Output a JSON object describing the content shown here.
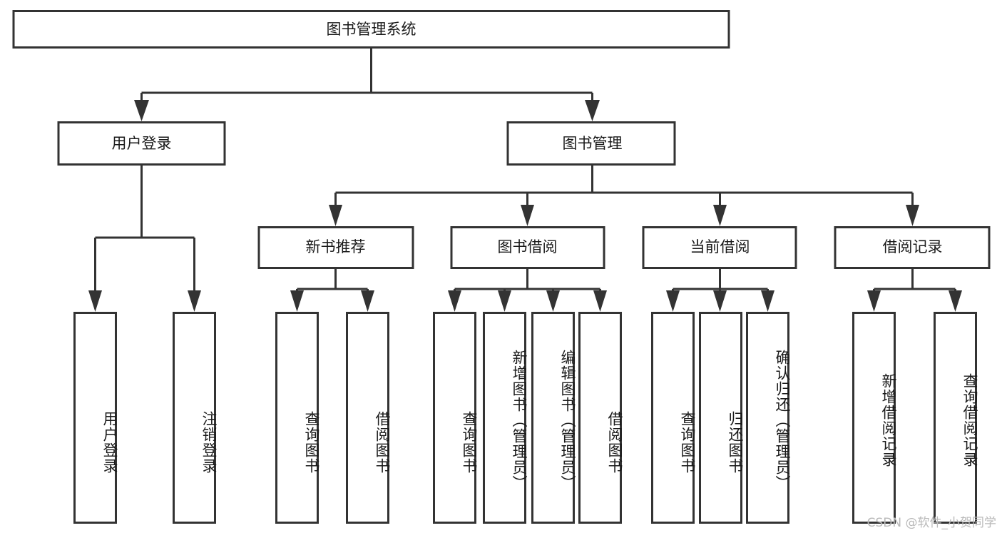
{
  "diagram": {
    "title": "图书管理系统",
    "type": "tree-hierarchy",
    "watermark": "CSDN @软件_小贺同学",
    "colors": {
      "stroke": "#333333",
      "fill": "#ffffff",
      "text": "#1a1a1a",
      "watermark": "#b9b9b9"
    },
    "root": {
      "label": "图书管理系统"
    },
    "level2": [
      {
        "label": "用户登录"
      },
      {
        "label": "图书管理"
      }
    ],
    "level3": [
      {
        "label": "新书推荐"
      },
      {
        "label": "图书借阅"
      },
      {
        "label": "当前借阅"
      },
      {
        "label": "借阅记录"
      }
    ],
    "leaves": {
      "user_login": [
        {
          "label": "用户登录"
        },
        {
          "label": "注销登录"
        }
      ],
      "new_book_recommend": [
        {
          "label": "查询图书"
        },
        {
          "label": "借阅图书"
        }
      ],
      "book_borrow": [
        {
          "label": "查询图书"
        },
        {
          "label": "新增图书（管理员）"
        },
        {
          "label": "编辑图书（管理员）"
        },
        {
          "label": "借阅图书"
        }
      ],
      "current_borrow": [
        {
          "label": "查询图书"
        },
        {
          "label": "归还图书"
        },
        {
          "label": "确认归还（管理员）"
        }
      ],
      "borrow_record": [
        {
          "label": "新增借阅记录"
        },
        {
          "label": "查询借阅记录"
        }
      ]
    }
  }
}
